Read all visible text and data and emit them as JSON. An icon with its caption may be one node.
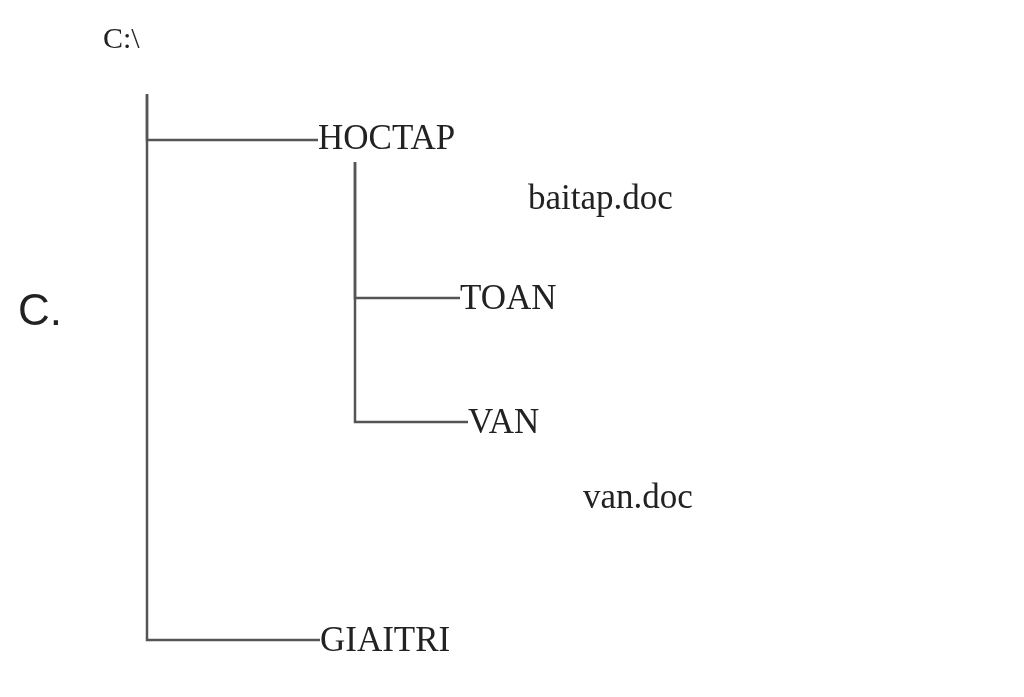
{
  "diagram": {
    "nodes": [
      {
        "text": [
          "C:\\"
        ]
      },
      {
        "text": [
          "HOCTAP"
        ]
      },
      {
        "text": [
          "TOAN"
        ]
      },
      {
        "text": [
          "VAN"
        ]
      },
      {
        "text": [
          "GIAITRI"
        ]
      }
    ],
    "edges": [
      {
        "from": 0,
        "to": 1,
        "arrow": "none"
      },
      {
        "from": 1,
        "to": 2,
        "arrow": "none"
      },
      {
        "from": 1,
        "to": 3,
        "arrow": "none"
      },
      {
        "from": 0,
        "to": 4,
        "arrow": "none"
      }
    ],
    "labels": [
      "C.",
      "baitap.doc",
      "van.doc"
    ]
  }
}
